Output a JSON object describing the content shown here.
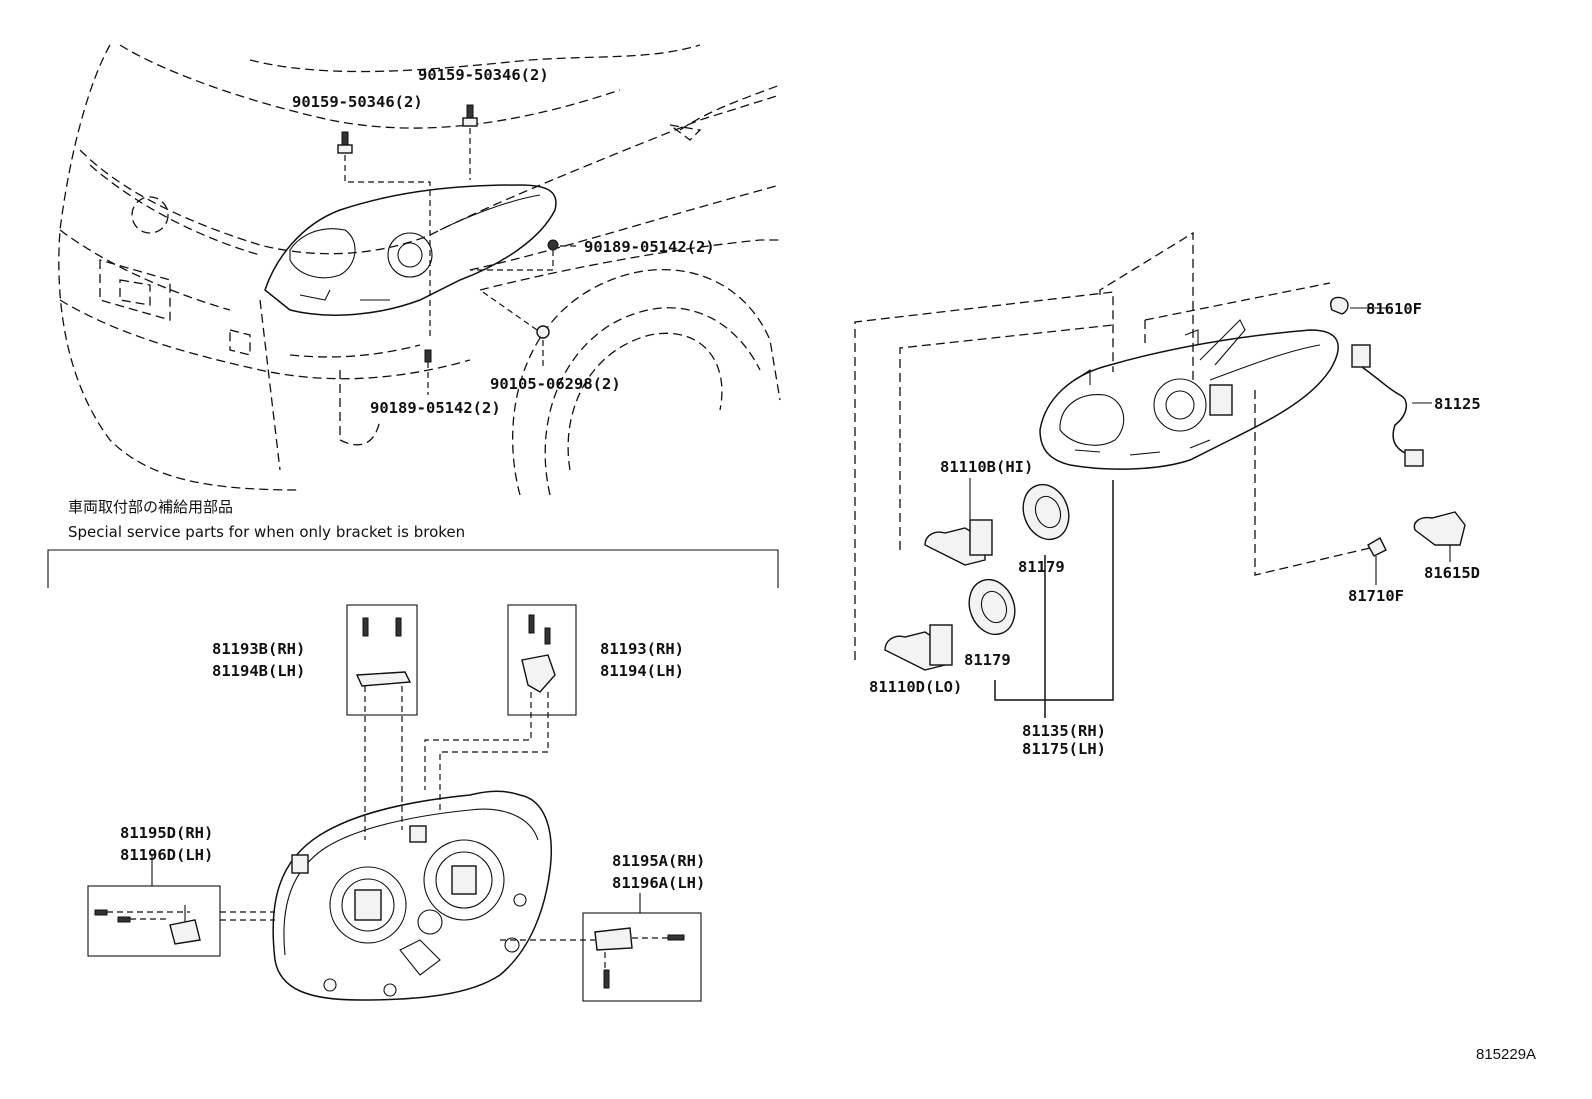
{
  "labels": {
    "p90159_a": "90159-50346(2)",
    "p90159_b": "90159-50346(2)",
    "p90189_a": "90189-05142(2)",
    "p90189_b": "90189-05142(2)",
    "p90105": "90105-06298(2)",
    "p81610F": "81610F",
    "p81125": "81125",
    "p81110B": "81110B(HI)",
    "p81179_a": "81179",
    "p81179_b": "81179",
    "p81615D": "81615D",
    "p81710F": "81710F",
    "p81110D": "81110D(LO)",
    "p81135": "81135(RH)",
    "p81175": "81175(LH)",
    "p81193B": "81193B(RH)",
    "p81194B": "81194B(LH)",
    "p81193": "81193(RH)",
    "p81194": "81194(LH)",
    "p81195D": "81195D(RH)",
    "p81196D": "81196D(LH)",
    "p81195A": "81195A(RH)",
    "p81196A": "81196A(LH)"
  },
  "note": {
    "jp": "車両取付部の補給用部品",
    "en": "Special service parts for when only bracket is broken"
  },
  "figure_id": "815229A"
}
